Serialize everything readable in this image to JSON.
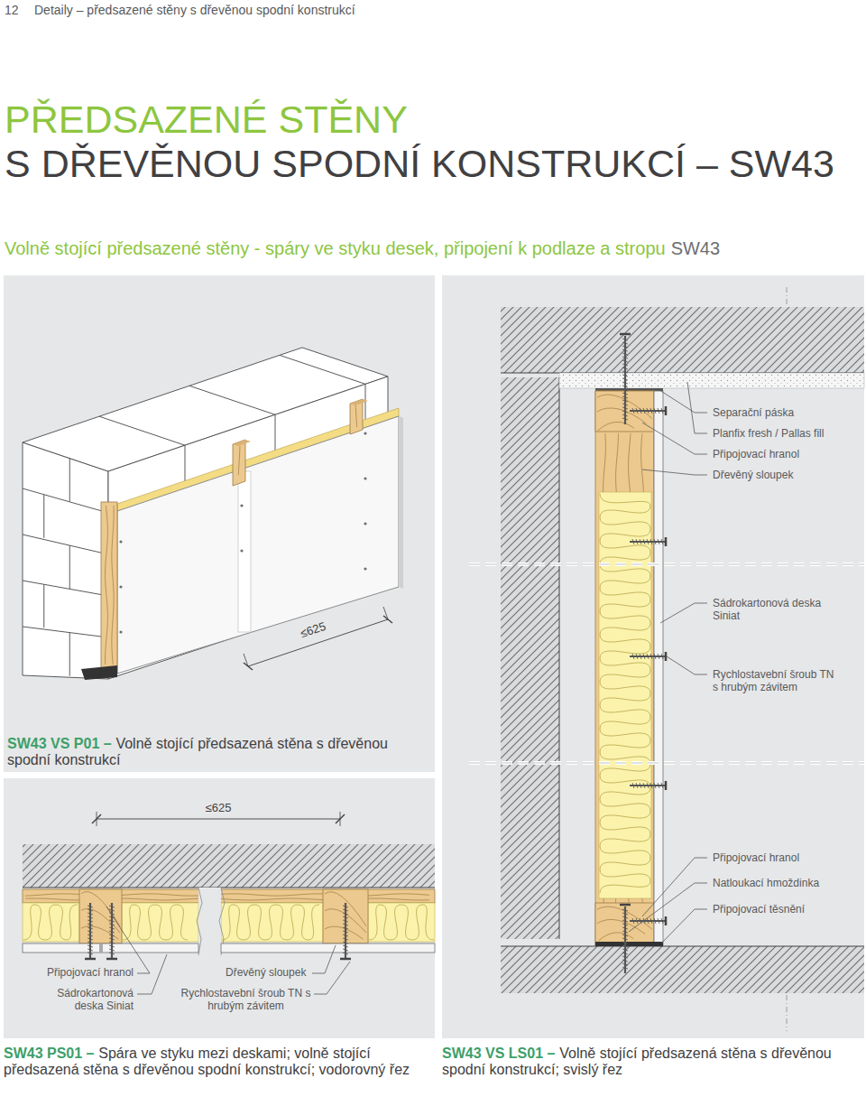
{
  "diagram": {
    "title": "PŘEDSAZENÉ STĚNY",
    "nodes": [
      {
        "text": [
          "SW43 VS P01 –",
          "Volně stojící předsazená stěna s dřevěnou spodní konstrukcí"
        ]
      },
      {
        "text": [
          "SW43 PS01 –",
          "Spára ve styku mezi deskami; volně stojící předsazená stěna s dřevěnou spodní konstrukcí; vodorovný řez"
        ]
      },
      {
        "text": [
          "SW43 VS LS01 –",
          "Volně stojící předsazená stěna s dřevěnou spodní konstrukcí; svislý řez"
        ]
      }
    ],
    "labels": [
      "12",
      "Detaily – předsazené stěny s dřevěnou spodní konstrukcí",
      "S DŘEVĚNOU SPODNÍ KONSTRUKCÍ – SW43",
      "Volně stojící předsazené stěny - spáry ve styku desek, připojení k podlaze a stropu",
      "SW43",
      "≤625",
      "Separační páska",
      "Planfix fresh / Pallas fill",
      "Připojovací hranol",
      "Dřevěný sloupek",
      "Sádrokartonová deska Siniat",
      "Rychlostavební šroub TN s hrubým závitem",
      "≤625",
      "Připojovací hranol",
      "Natloukací hmoždinka",
      "Připojovací těsnění",
      "Připojovací hranol",
      "Sádrokartonová deska Siniat",
      "Dřevěný sloupek",
      "Rychlostavební šroub TN s hrubým závitem"
    ]
  }
}
